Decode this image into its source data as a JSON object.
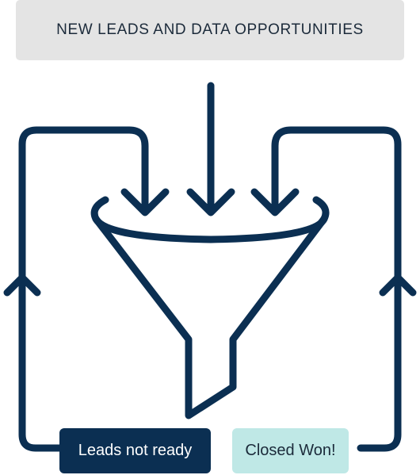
{
  "header": {
    "label": "NEW LEADS AND DATA OPPORTUNITIES"
  },
  "pills": {
    "leads_not_ready": "Leads not ready",
    "closed_won": "Closed Won!"
  },
  "icons": {
    "funnel": "funnel-icon",
    "arrow": "arrow-down-icon"
  },
  "colors": {
    "stroke": "#0b2f52",
    "header_bg": "#e4e4e4",
    "dark_pill_bg": "#0b2f52",
    "light_pill_bg": "#bfe8e6"
  }
}
